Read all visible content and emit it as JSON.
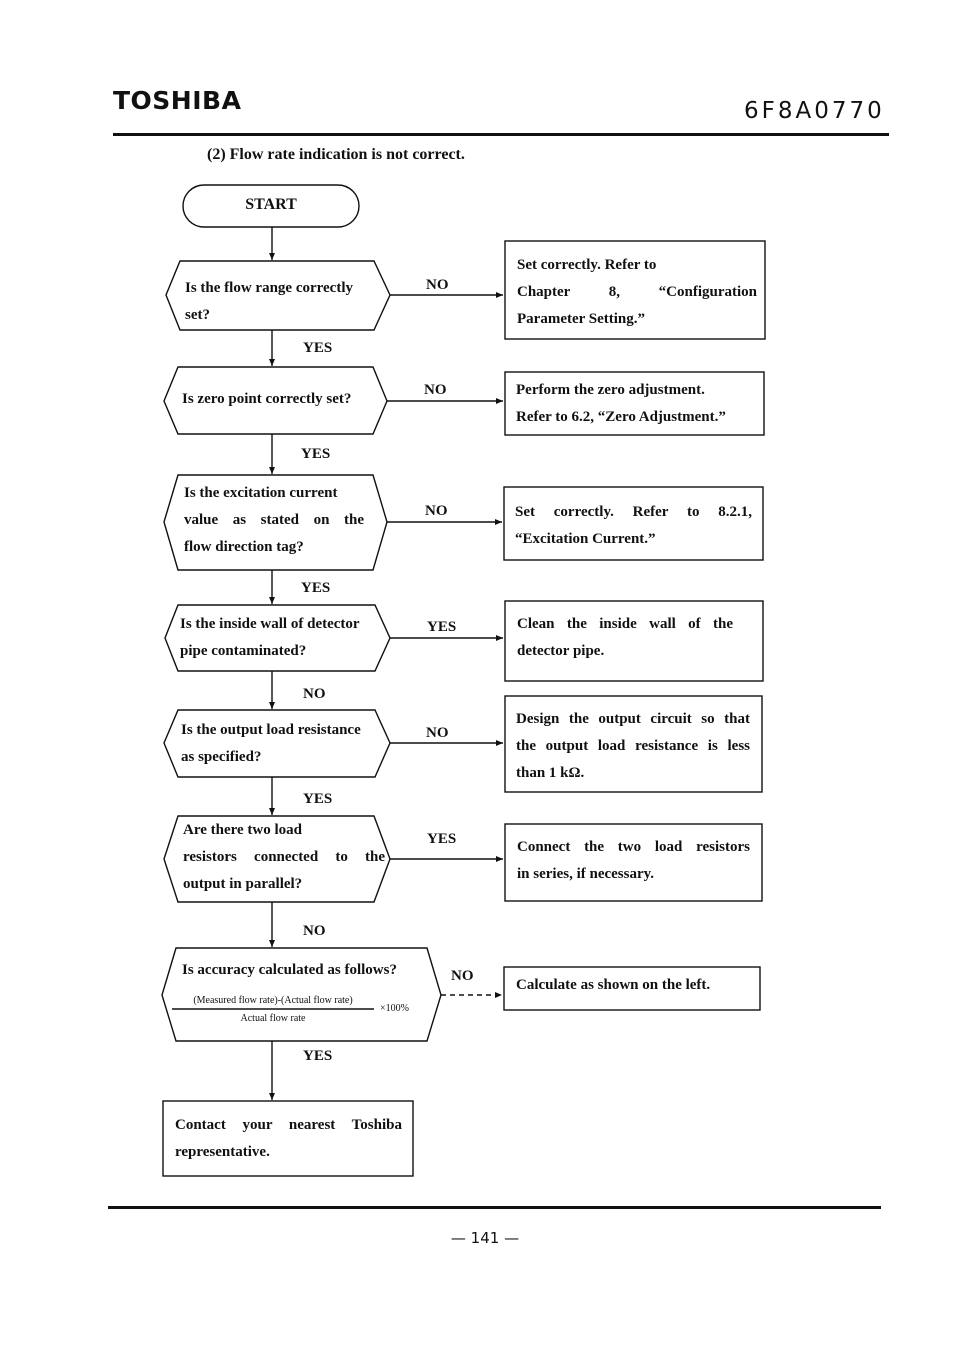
{
  "header": {
    "brand": "TOSHIBA",
    "doc_number": "6F8A0770"
  },
  "section_title": "(2) Flow rate indication is not correct.",
  "start": "START",
  "decisions": [
    {
      "lines": [
        "Is the flow range correctly",
        "set?"
      ]
    },
    {
      "lines": [
        "Is zero point correctly set?"
      ]
    },
    {
      "lines": [
        "Is the excitation current",
        "value as stated on the",
        "flow direction tag?"
      ]
    },
    {
      "lines": [
        "Is the inside wall of detector",
        "pipe contaminated?"
      ]
    },
    {
      "lines": [
        "Is the output load resistance",
        "as specified?"
      ]
    },
    {
      "lines": [
        "Are there two load",
        "resistors connected to the",
        "output in parallel?"
      ]
    },
    {
      "lines": [
        "Is accuracy calculated as follows?"
      ]
    }
  ],
  "formula": {
    "numerator": "(Measured flow rate)-(Actual flow rate)",
    "denominator": "Actual flow rate",
    "multiplier": "×100%"
  },
  "actions": [
    {
      "lines": [
        "Set correctly. Refer to",
        "Chapter 8, “Configuration",
        "Parameter Setting.”"
      ]
    },
    {
      "lines": [
        "Perform the zero adjustment.",
        "Refer to 6.2, “Zero Adjustment.”"
      ]
    },
    {
      "lines": [
        "Set correctly. Refer to 8.2.1,",
        "“Excitation Current.”"
      ]
    },
    {
      "lines": [
        "Clean the inside wall of the",
        "detector pipe."
      ]
    },
    {
      "lines": [
        "Design the output circuit so that",
        "the output load resistance is less",
        "than 1 kΩ."
      ]
    },
    {
      "lines": [
        "Connect the two load resistors",
        "in series, if necessary."
      ]
    },
    {
      "lines": [
        "Calculate as shown on the left."
      ]
    }
  ],
  "terminal_box": {
    "lines": [
      "Contact your nearest Toshiba",
      "representative."
    ]
  },
  "branch_labels": {
    "side": [
      "NO",
      "NO",
      "NO",
      "YES",
      "NO",
      "YES",
      "NO"
    ],
    "down": [
      "YES",
      "YES",
      "YES",
      "NO",
      "YES",
      "NO",
      "YES"
    ]
  },
  "page_number": "— 141 —"
}
